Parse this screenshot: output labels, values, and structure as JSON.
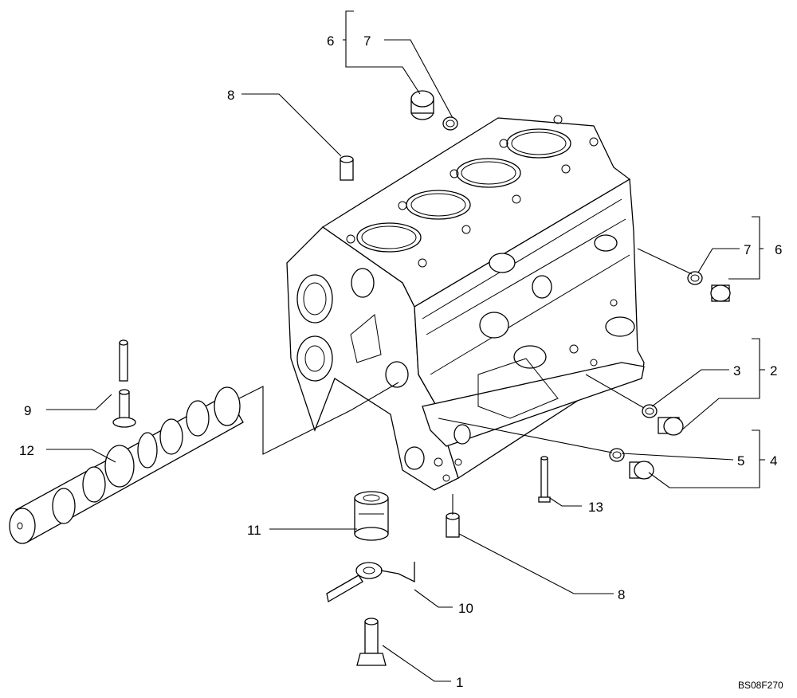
{
  "figure_ref": "BS08F270",
  "callouts": {
    "c6_top": "6",
    "c7_top": "7",
    "c8_top": "8",
    "c7_right": "7",
    "c6_right": "6",
    "c3": "3",
    "c2": "2",
    "c9": "9",
    "c12": "12",
    "c5": "5",
    "c4": "4",
    "c13": "13",
    "c11": "11",
    "c8_bottom": "8",
    "c10": "10",
    "c1": "1"
  }
}
